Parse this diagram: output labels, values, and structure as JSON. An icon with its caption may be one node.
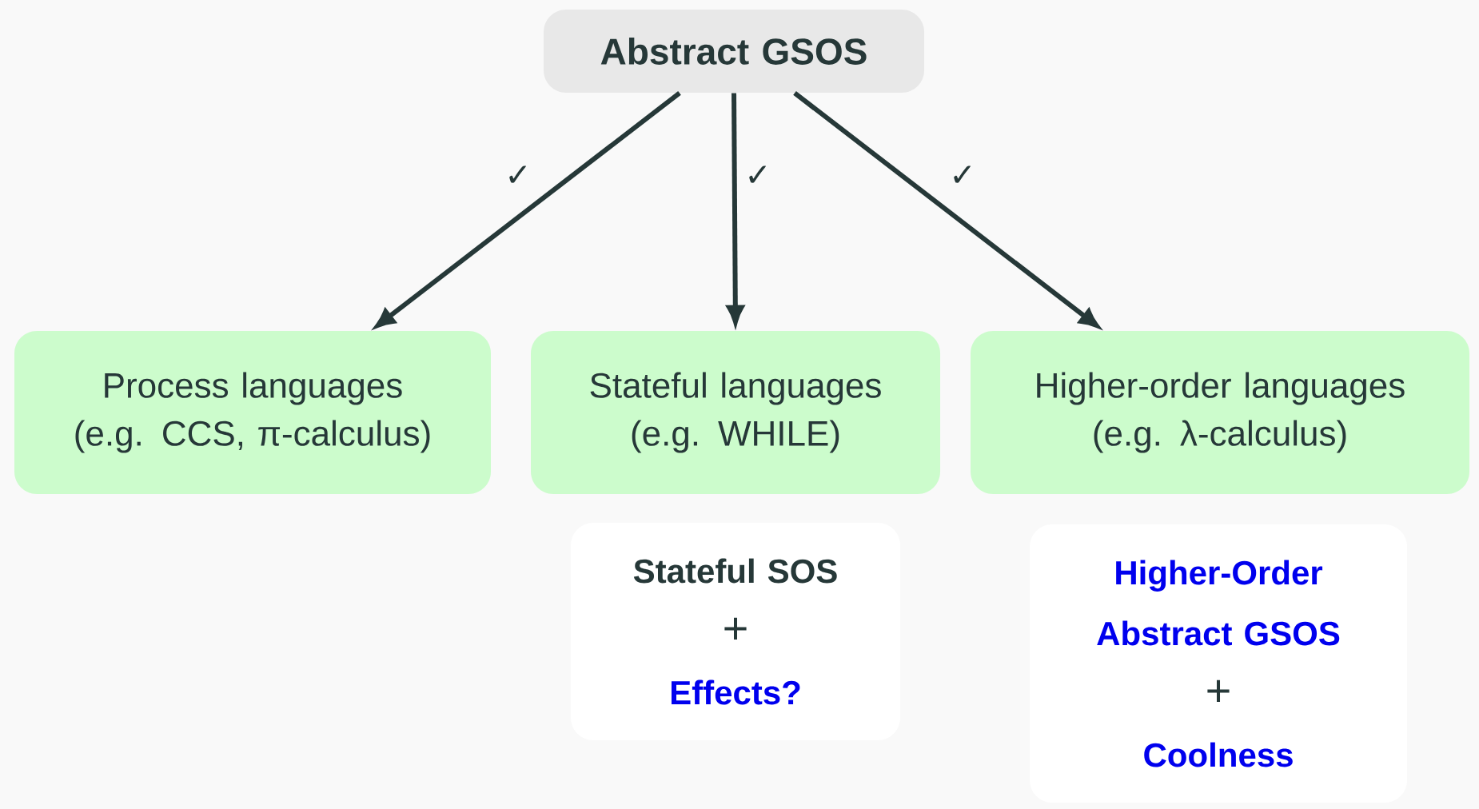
{
  "diagram": {
    "nodes": [
      {
        "text": [
          "Abstract GSOS"
        ]
      },
      {
        "text": [
          "Process languages",
          "(e.g. CCS, π-calculus)"
        ]
      },
      {
        "text": [
          "Stateful languages",
          "(e.g. WHILE)"
        ]
      },
      {
        "text": [
          "Higher-order languages",
          "(e.g. λ-calculus)"
        ]
      },
      {
        "text": [
          "Stateful SOS",
          "+",
          "Effects?"
        ]
      },
      {
        "text": [
          "Higher-Order Abstract GSOS",
          "+",
          "Coolness"
        ]
      }
    ],
    "edges": [
      {
        "from": 0,
        "to": 1,
        "arrow": "to",
        "label": "✓"
      },
      {
        "from": 0,
        "to": 2,
        "arrow": "to",
        "label": "✓"
      },
      {
        "from": 0,
        "to": 3,
        "arrow": "to",
        "label": "✓"
      }
    ]
  }
}
